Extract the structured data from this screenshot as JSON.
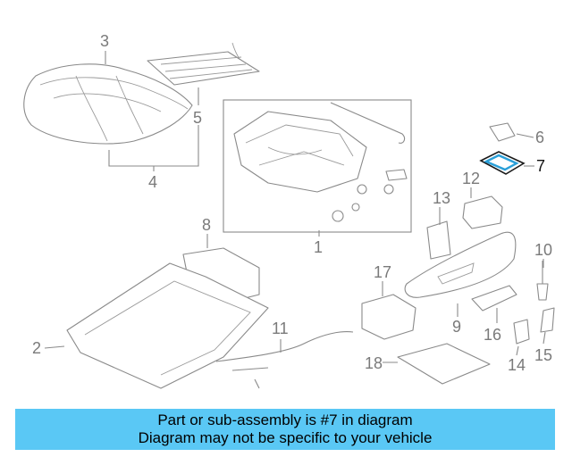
{
  "callouts": {
    "c1": "1",
    "c2": "2",
    "c3": "3",
    "c4": "4",
    "c5": "5",
    "c6": "6",
    "c7": "7",
    "c8": "8",
    "c9": "9",
    "c10": "10",
    "c11": "11",
    "c12": "12",
    "c13": "13",
    "c14": "14",
    "c15": "15",
    "c16": "16",
    "c17": "17",
    "c18": "18"
  },
  "highlight": {
    "part": "7",
    "color": "#2a9fd8"
  },
  "caption": {
    "line1": "Part or sub-assembly is #7 in diagram",
    "line2": "Diagram may not be specific to your vehicle",
    "background": "#5ac8f5"
  }
}
